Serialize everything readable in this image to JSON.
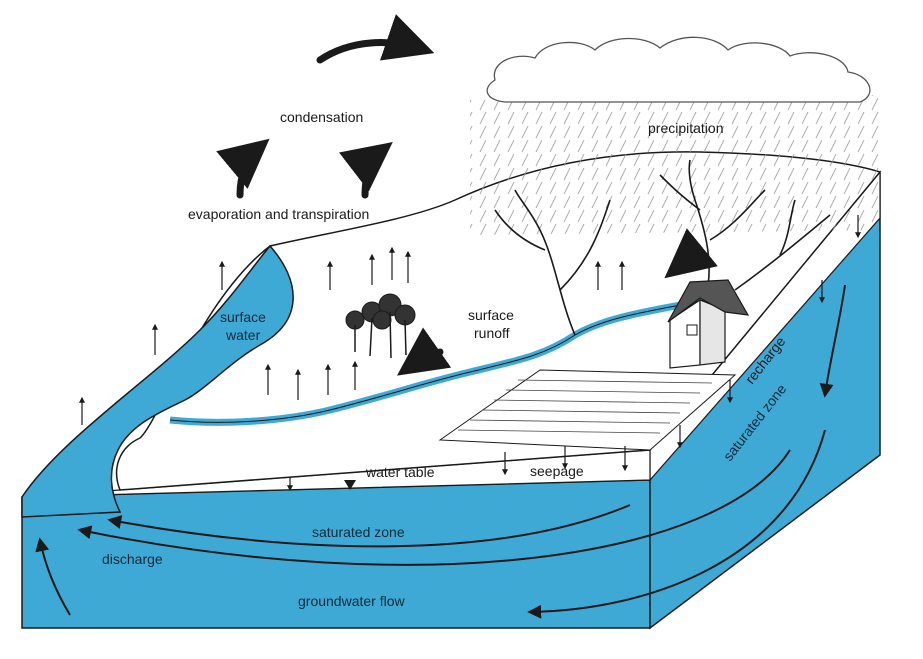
{
  "labels": {
    "condensation": "condensation",
    "precipitation": "precipitation",
    "evaporation": "evaporation and transpiration",
    "surface_water_1": "surface",
    "surface_water_2": "water",
    "surface_runoff_1": "surface",
    "surface_runoff_2": "runoff",
    "recharge": "recharge",
    "saturated_zone_side": "saturated zone",
    "water_table": "water table",
    "seepage": "seepage",
    "saturated_zone_front": "saturated zone",
    "discharge": "discharge",
    "groundwater_flow": "groundwater flow"
  },
  "colors": {
    "water": "#3fa9d6",
    "water_dark": "#2b8fbd",
    "outline": "#1a1a1a",
    "land": "#ffffff",
    "cloud": "#ffffff"
  }
}
